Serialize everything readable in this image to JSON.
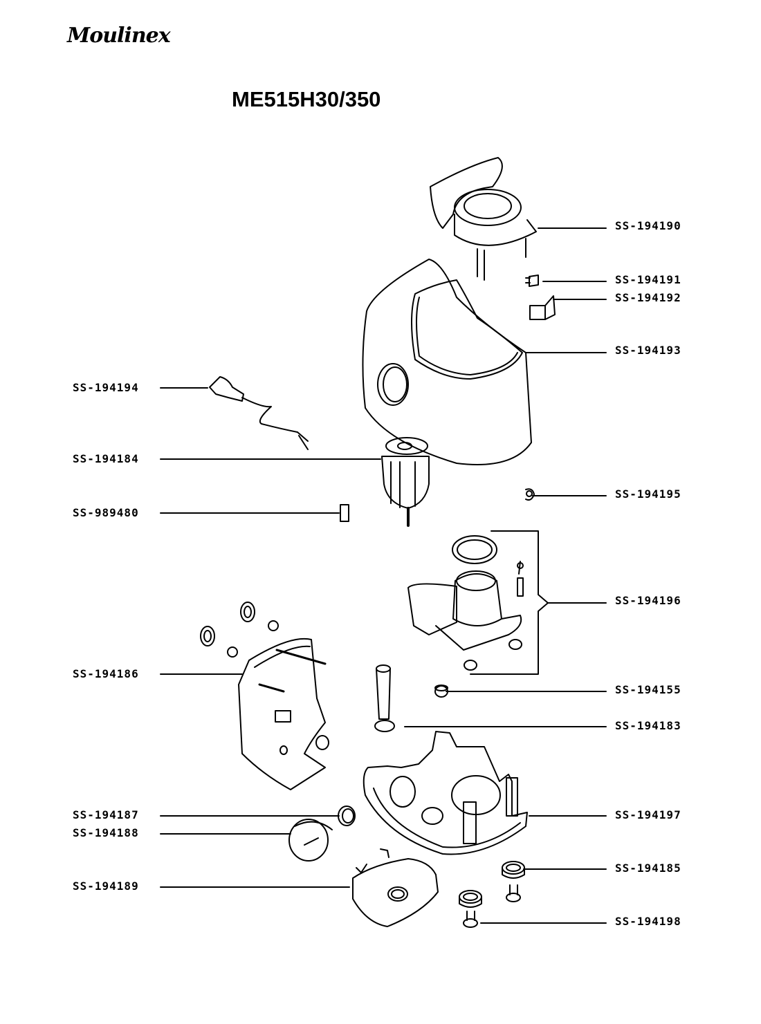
{
  "header": {
    "brand": "Moulinex",
    "model": "ME515H30/350"
  },
  "parts_left": [
    {
      "ref": "SS-194194",
      "part": "power-cord"
    },
    {
      "ref": "SS-194184",
      "part": "motor"
    },
    {
      "ref": "SS-989480",
      "part": "capacitor-clip"
    },
    {
      "ref": "SS-194186",
      "part": "gear-housing-cover"
    },
    {
      "ref": "SS-194187",
      "part": "small-gear"
    },
    {
      "ref": "SS-194188",
      "part": "gear-wheel"
    },
    {
      "ref": "SS-194189",
      "part": "base-plate"
    }
  ],
  "parts_right": [
    {
      "ref": "SS-194190",
      "part": "top-cover-ring"
    },
    {
      "ref": "SS-194191",
      "part": "switch-clip"
    },
    {
      "ref": "SS-194192",
      "part": "switch"
    },
    {
      "ref": "SS-194193",
      "part": "upper-housing"
    },
    {
      "ref": "SS-194195",
      "part": "clip"
    },
    {
      "ref": "SS-194196",
      "part": "gearbox-assembly"
    },
    {
      "ref": "SS-194155",
      "part": "bushing"
    },
    {
      "ref": "SS-194183",
      "part": "drive-shaft"
    },
    {
      "ref": "SS-194197",
      "part": "lower-housing"
    },
    {
      "ref": "SS-194185",
      "part": "foot"
    },
    {
      "ref": "SS-194198",
      "part": "foot-pin"
    }
  ]
}
